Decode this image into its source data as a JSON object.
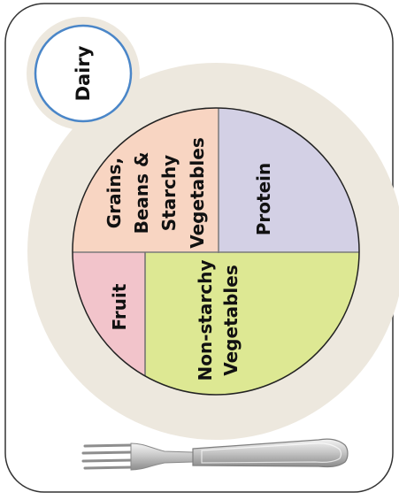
{
  "labels": {
    "dairy": "Dairy",
    "grains_line1": "Grains,",
    "grains_line2": "Beans &",
    "grains_line3": "Starchy",
    "grains_line4": "Vegetables",
    "protein": "Protein",
    "fruit": "Fruit",
    "nonstarchy_line1": "Non-starchy",
    "nonstarchy_line2": "Vegetables"
  },
  "colors": {
    "placemat_border": "#333333",
    "plate_rim": "#ede8de",
    "dairy_ring": "#4a86c8",
    "grains": "#f8d5c2",
    "protein": "#d3d0e5",
    "fruit": "#f2c4cb",
    "nonstarchy": "#dde893",
    "plate_outline": "#222222"
  },
  "icons": {
    "fork": "fork-icon"
  }
}
